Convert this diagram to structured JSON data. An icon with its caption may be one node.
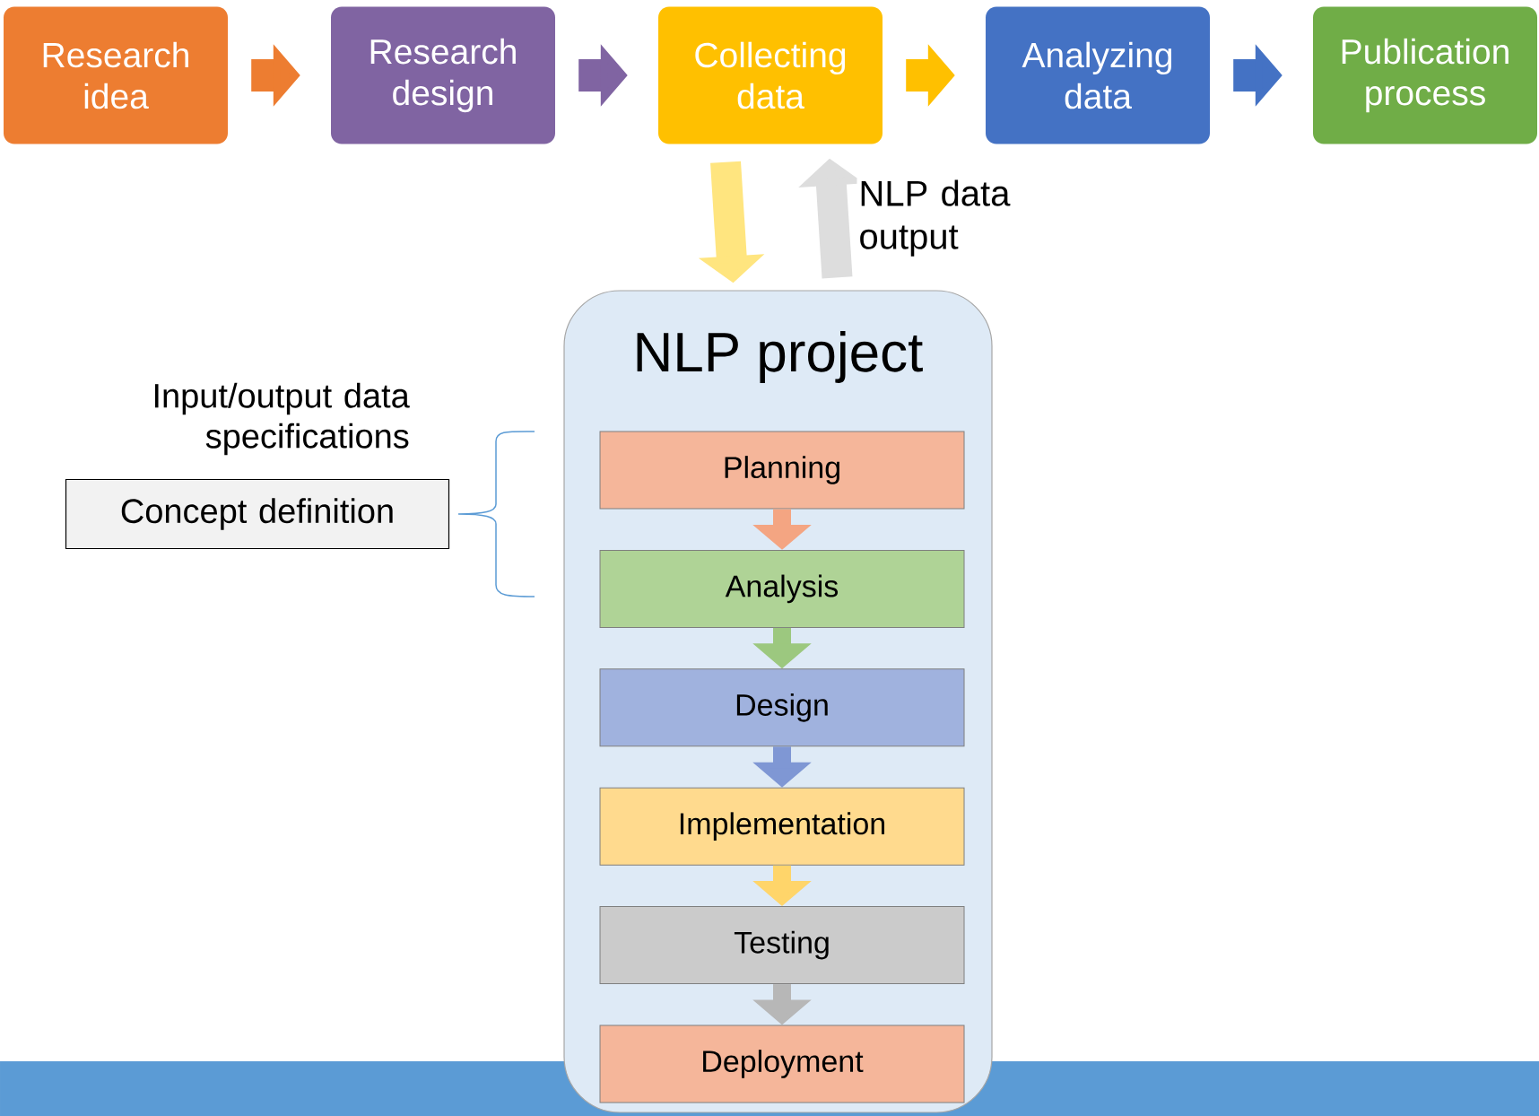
{
  "diagram": {
    "nodes": [
      {
        "text": [
          "Research idea"
        ]
      },
      {
        "text": [
          "Research design"
        ]
      },
      {
        "text": [
          "Collecting data"
        ]
      },
      {
        "text": [
          "Analyzing data"
        ]
      },
      {
        "text": [
          "Publication process"
        ]
      },
      {
        "text": [
          "NLP project"
        ]
      },
      {
        "text": [
          "Planning"
        ],
        "in": 5
      },
      {
        "text": [
          "Analysis"
        ],
        "in": 5
      },
      {
        "text": [
          "Design"
        ],
        "in": 5
      },
      {
        "text": [
          "Implementation"
        ],
        "in": 5
      },
      {
        "text": [
          "Testing"
        ],
        "in": 5
      },
      {
        "text": [
          "Deployment"
        ],
        "in": 5
      },
      {
        "text": [
          "Concept definition"
        ]
      }
    ],
    "edges": [
      {
        "from": 0,
        "to": 1,
        "arrow": "to",
        "color": "#ed7d31"
      },
      {
        "from": 1,
        "to": 2,
        "arrow": "to",
        "color": "#8064a2"
      },
      {
        "from": 2,
        "to": 3,
        "arrow": "to",
        "color": "#ffc000"
      },
      {
        "from": 3,
        "to": 4,
        "arrow": "to",
        "color": "#4472c4"
      },
      {
        "from": 2,
        "to": 5,
        "arrow": "to",
        "color": "#ffe57f"
      },
      {
        "from": 5,
        "to": 2,
        "arrow": "to",
        "label": "NLP data output",
        "color": "#dddddd"
      },
      {
        "from": 6,
        "to": 7,
        "arrow": "to",
        "color": "#f4a582"
      },
      {
        "from": 7,
        "to": 8,
        "arrow": "to",
        "color": "#9cc87f"
      },
      {
        "from": 8,
        "to": 9,
        "arrow": "to",
        "color": "#7f97d4"
      },
      {
        "from": 9,
        "to": 10,
        "arrow": "to",
        "color": "#ffd56a"
      },
      {
        "from": 10,
        "to": 11,
        "arrow": "to",
        "color": "#b7b7b7"
      }
    ],
    "labels": [
      "Input/output data specifications"
    ]
  }
}
